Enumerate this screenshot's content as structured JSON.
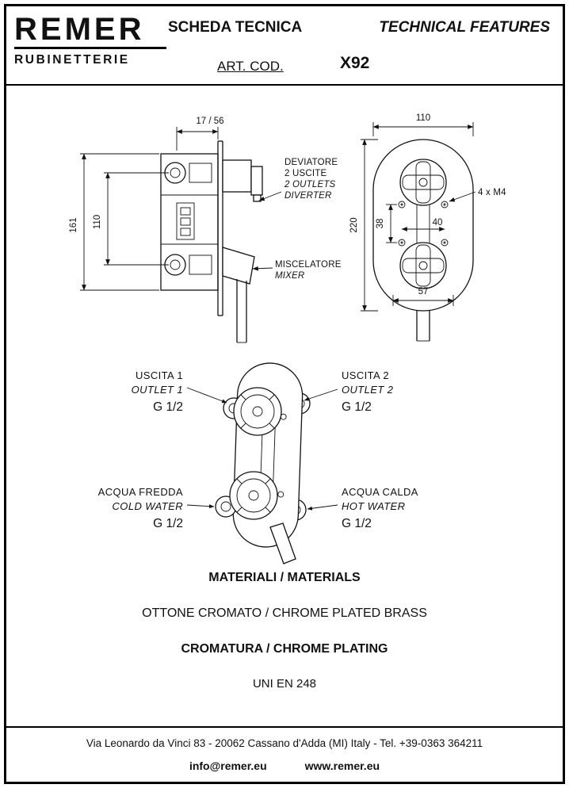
{
  "header": {
    "logo_text": "REMER",
    "logo_sub": "RUBINETTERIE",
    "title_it": "SCHEDA TECNICA",
    "title_en": "TECHNICAL FEATURES",
    "art_cod_label": "ART. COD.",
    "art_cod_value": "X92"
  },
  "side_view": {
    "dim_depth": "17 / 56",
    "dim_height_outer": "161",
    "dim_height_inner": "110",
    "diverter_label": [
      "DEVIATORE",
      "2 USCITE",
      "2 OUTLETS",
      "DIVERTER"
    ],
    "mixer_label": [
      "MISCELATORE",
      "MIXER"
    ]
  },
  "front_view": {
    "dim_width": "110",
    "dim_height": "220",
    "dim_screw_v": "38",
    "dim_screw_h": "40",
    "dim_body_width": "57",
    "screws_label": "4 x M4"
  },
  "connection_view": {
    "outlet1": [
      "USCITA 1",
      "OUTLET 1",
      "G 1/2"
    ],
    "outlet2": [
      "USCITA 2",
      "OUTLET 2",
      "G 1/2"
    ],
    "cold": [
      "ACQUA FREDDA",
      "COLD WATER",
      "G 1/2"
    ],
    "hot": [
      "ACQUA CALDA",
      "HOT WATER",
      "G 1/2"
    ]
  },
  "materials": {
    "title": "MATERIALI / MATERIALS",
    "value": "OTTONE CROMATO / CHROME PLATED BRASS",
    "plating_title": "CROMATURA / CHROME PLATING",
    "plating_standard": "UNI EN 248"
  },
  "footer": {
    "address": "Via Leonardo da Vinci 83 - 20062 Cassano d'Adda (MI) Italy - Tel. +39-0363 364211",
    "email": "info@remer.eu",
    "website": "www.remer.eu"
  }
}
